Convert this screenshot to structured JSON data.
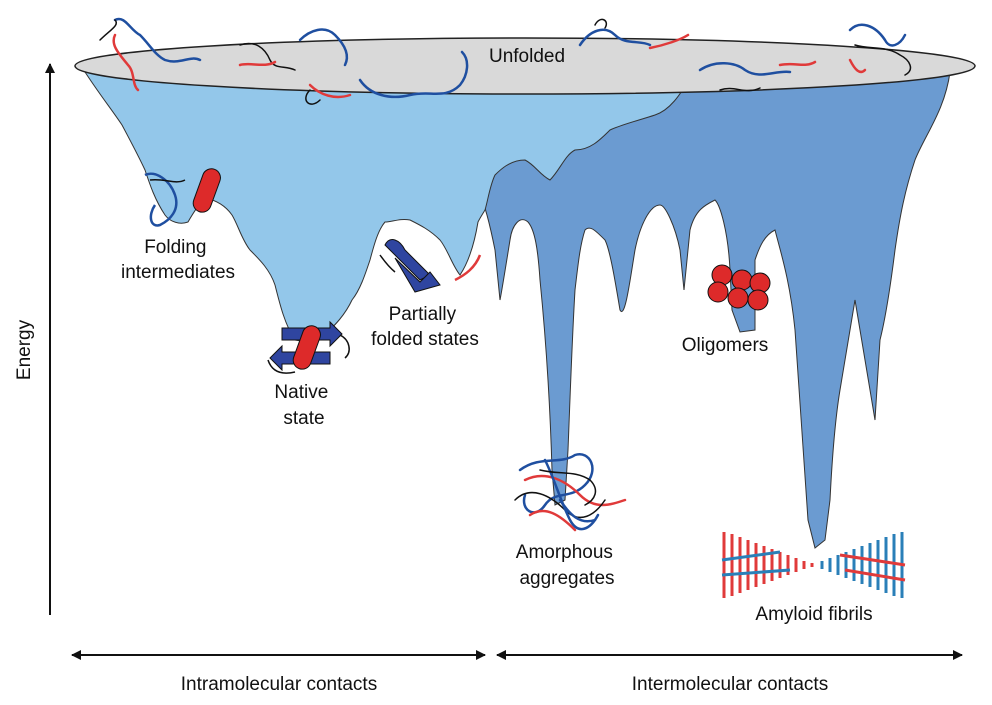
{
  "labels": {
    "unfolded": "Unfolded",
    "folding_intermediates": [
      "Folding",
      "intermediates"
    ],
    "partially_folded": [
      "Partially",
      "folded states"
    ],
    "native_state": [
      "Native",
      "state"
    ],
    "oligomers": "Oligomers",
    "amorphous_aggregates": [
      "Amorphous",
      "aggregates"
    ],
    "amyloid_fibrils": "Amyloid fibrils"
  },
  "axes": {
    "y_label": "Energy",
    "x_left_label": "Intramolecular contacts",
    "x_right_label": "Intermolecular contacts"
  },
  "colors": {
    "intramolecular_funnel": "#93c7ea",
    "intermolecular_funnel": "#6b9bd1",
    "rim": "#d9d9d9",
    "helix": "#dd2a2a",
    "strand": "#2f45a0",
    "chain_blue": "#1f4fa0",
    "chain_red": "#e03a3a",
    "chain_black": "#111111"
  }
}
